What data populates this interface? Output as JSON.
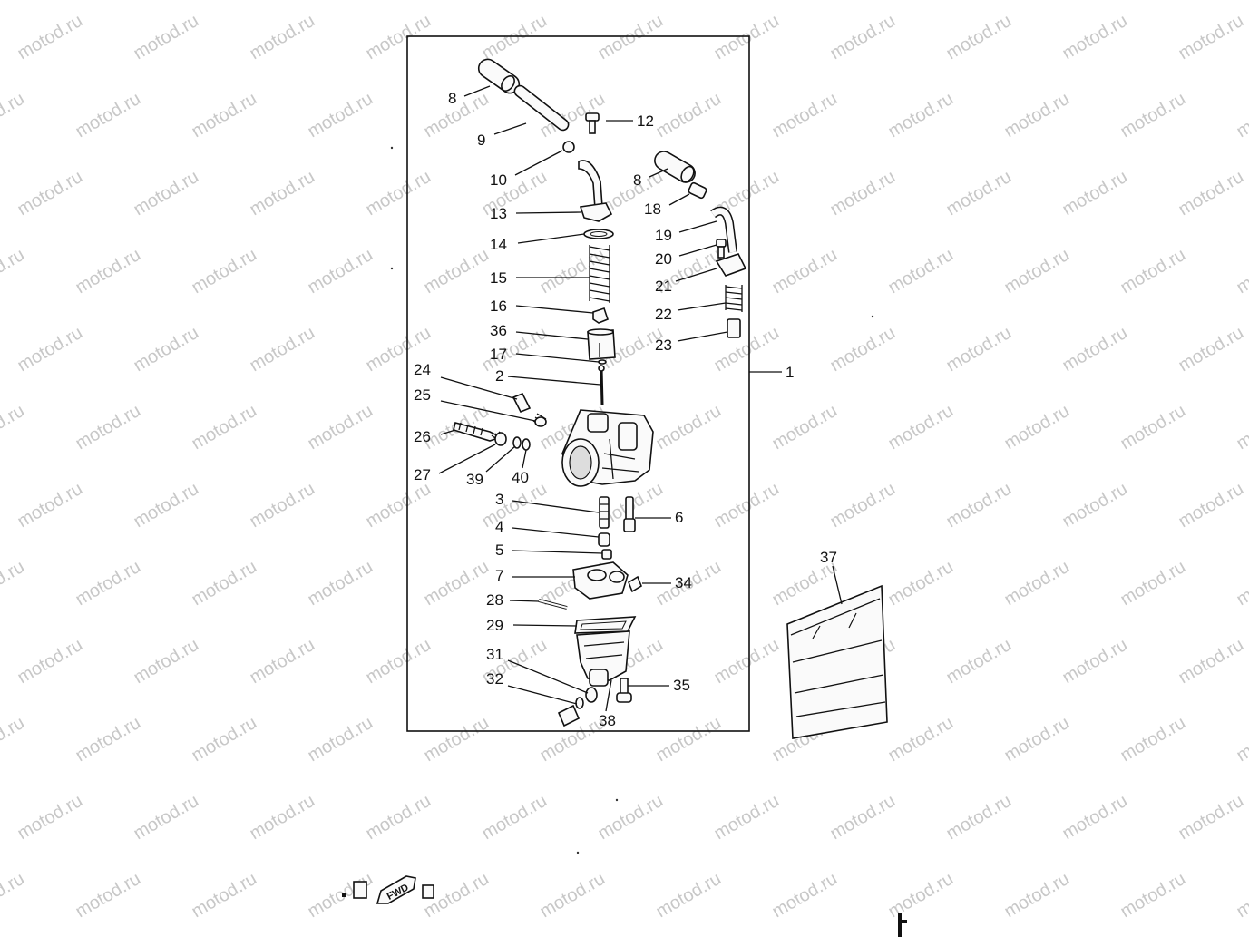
{
  "watermark": {
    "text": "motod.ru"
  },
  "callouts": [
    {
      "id": "c1",
      "label": "1"
    },
    {
      "id": "c2",
      "label": "2"
    },
    {
      "id": "c3",
      "label": "3"
    },
    {
      "id": "c4",
      "label": "4"
    },
    {
      "id": "c5",
      "label": "5"
    },
    {
      "id": "c6",
      "label": "6"
    },
    {
      "id": "c7",
      "label": "7"
    },
    {
      "id": "c8a",
      "label": "8"
    },
    {
      "id": "c8b",
      "label": "8"
    },
    {
      "id": "c9",
      "label": "9"
    },
    {
      "id": "c10",
      "label": "10"
    },
    {
      "id": "c12",
      "label": "12"
    },
    {
      "id": "c13",
      "label": "13"
    },
    {
      "id": "c14",
      "label": "14"
    },
    {
      "id": "c15",
      "label": "15"
    },
    {
      "id": "c16",
      "label": "16"
    },
    {
      "id": "c17",
      "label": "17"
    },
    {
      "id": "c18",
      "label": "18"
    },
    {
      "id": "c19",
      "label": "19"
    },
    {
      "id": "c20",
      "label": "20"
    },
    {
      "id": "c21",
      "label": "21"
    },
    {
      "id": "c22",
      "label": "22"
    },
    {
      "id": "c23",
      "label": "23"
    },
    {
      "id": "c24",
      "label": "24"
    },
    {
      "id": "c25",
      "label": "25"
    },
    {
      "id": "c26",
      "label": "26"
    },
    {
      "id": "c27",
      "label": "27"
    },
    {
      "id": "c28",
      "label": "28"
    },
    {
      "id": "c29",
      "label": "29"
    },
    {
      "id": "c31",
      "label": "31"
    },
    {
      "id": "c32",
      "label": "32"
    },
    {
      "id": "c34",
      "label": "34"
    },
    {
      "id": "c35",
      "label": "35"
    },
    {
      "id": "c36",
      "label": "36"
    },
    {
      "id": "c37",
      "label": "37"
    },
    {
      "id": "c38",
      "label": "38"
    },
    {
      "id": "c39",
      "label": "39"
    },
    {
      "id": "c40",
      "label": "40"
    }
  ],
  "fwd_symbol": {
    "label": "FWD"
  },
  "colors": {
    "line": "#111111",
    "watermark": "#c8c8c8",
    "background": "#ffffff"
  }
}
